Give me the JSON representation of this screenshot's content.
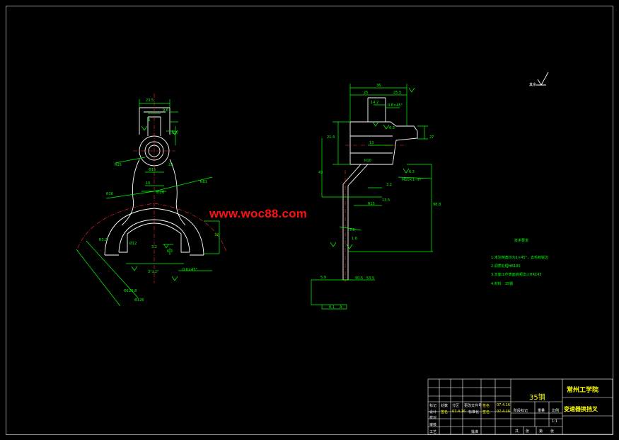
{
  "watermark": "www.woc88.com",
  "rough_global": "其余",
  "material": "35钢",
  "school": "常州工学院",
  "part_name": "变速器换挡叉",
  "scale": "1:1",
  "title_block": {
    "r1": [
      "标记",
      "处数",
      "分区",
      "更改文件号",
      "签名",
      "07.4.16"
    ],
    "r2": [
      "设计",
      "签名",
      "07.4.16",
      "标准化",
      "签名",
      "07.4.16"
    ],
    "r2b": [
      "阶段标记",
      "重量",
      "比例"
    ],
    "r3": [
      "校对"
    ],
    "r4": [
      "审核"
    ],
    "r5": [
      "工艺",
      "批准"
    ],
    "r5b": [
      "共",
      "张",
      "第",
      "张"
    ]
  },
  "notes": {
    "title": "技术要求",
    "items": [
      "1.未注倒角均为1×45°，去毛刺锐边",
      "2.调质处理HB180",
      "3.叉面工作表面高频淬火HRC45",
      "4.材料：35钢"
    ]
  },
  "dims_left": [
    "23.5",
    "9.6",
    "R",
    "6.3",
    "R15",
    "Φ15",
    "22",
    "16",
    "8.26",
    "R36",
    "R81",
    "32",
    "Ø12",
    "3.2",
    "6.3",
    "3°±2°",
    "0.6×45°",
    "Φ120.8",
    "Φ126",
    "R3.2"
  ],
  "dims_right": [
    "36",
    "25",
    "25.5",
    "14.2",
    "0.8×45°",
    "6.3",
    "27",
    "13",
    "21.4",
    "43",
    "3.2",
    "6.3",
    "R10",
    "M10×1-7H",
    "98.8",
    "R15",
    "13.5",
    "R5",
    "1.6",
    "50.5",
    "53.5",
    "5.9",
    "0.1",
    "A"
  ]
}
